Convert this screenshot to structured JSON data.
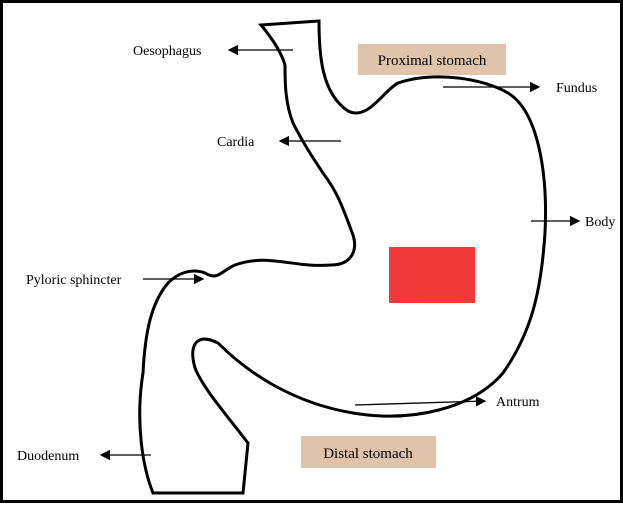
{
  "diagram": {
    "colors": {
      "fill": "#9dbde0",
      "outline": "#000000",
      "region_label_bg": "#dfc3ab",
      "marker": "#f03a3a"
    },
    "region_labels": {
      "proximal": "Proximal stomach",
      "distal": "Distal stomach"
    },
    "labels": {
      "oesophagus": "Oesophagus",
      "fundus": "Fundus",
      "cardia": "Cardia",
      "body": "Body",
      "pyloric": "Pyloric sphincter",
      "antrum": "Antrum",
      "duodenum": "Duodenum"
    }
  }
}
